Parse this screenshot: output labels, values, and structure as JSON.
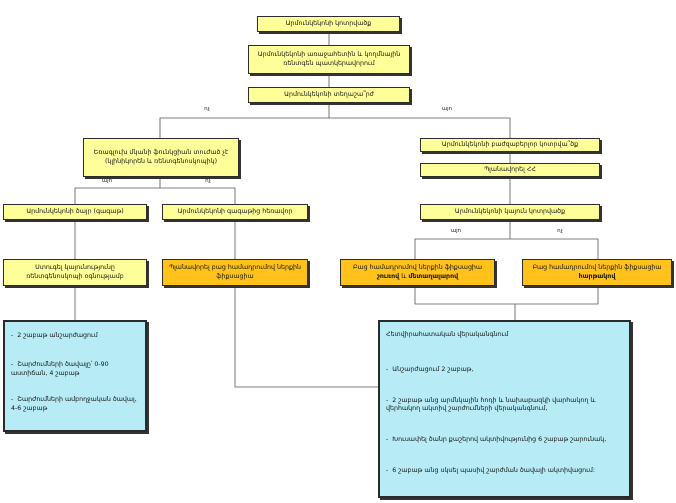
{
  "nodes": {
    "n1": "Արմունկեկոնի կոտրվածք",
    "n2": "Արմունկեկոնի առաջահետին և կողմնային ռենտգեն պատկերավորում",
    "n3": "Արմունկեկոնի տեղաշա՞րժ",
    "n4": "Եռագլուխ մկանի ֆունկցիան տուժած չէ (կլինիկորեն և ռենտգենոսկոպիկ)",
    "n5": "Արմունկեկոնի բաժզաբերլոր կոտրվա՞ծք",
    "n6": "Պլանավորել ՀՀ",
    "n7": "Արմունկեկոնի ծայր (գագաթ)",
    "n8": "Արմունկեկոնի գագաթից հեռավոր",
    "n9": "Արմունկեկոնի կայուն կոտրվածք",
    "n10": "Ստուգել կայունությունը ռենտգենոսկոպի օգնությամբ",
    "n11": "Պլանավորել բաց համադրումով ներքին ֆիքսացիա"
  },
  "n12": {
    "l1": "Բաց համադրումով ներքին ֆիքսացիա ",
    "b1": "շուռով",
    "l2": " և ",
    "b2": "մետաղալարով"
  },
  "n13": {
    "l1": "Բաց համադրումով ներքին ֆիքսացիա ",
    "b1": "հարթակով"
  },
  "left_box": [
    "2 շաբաթ անշարժացում",
    "Շարժումների ծավալը՝ 0-90 աստիճան, 4 շաբաթ",
    "Շարժումների ամբողջական ծավալ, 4-6 շաբաթ"
  ],
  "right_box": [
    "Հետվիրահատական վերականգնում",
    "Անշարժացում 2 շաբաթ,",
    "2 շաբաթ անց արմնկային հոդի և նախաբազկի վարհակող և վերհակող ակտիվ շարժումների վերականգնում,",
    "Խուսափել ծանր քաշերով ակտիվությունից 6 շաբաթ շարունակ,",
    "6 շաբաթ անց սկսել պասիվ շարժման ծավալի ակտիվացում:"
  ],
  "labels": {
    "no": "ոչ",
    "yes": "այո"
  }
}
